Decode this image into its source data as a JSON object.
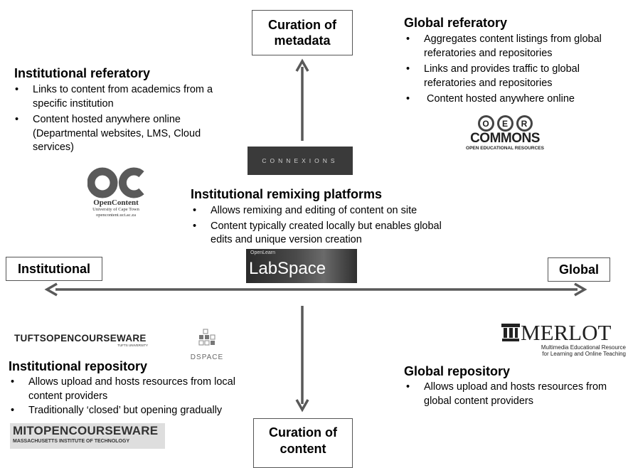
{
  "axes": {
    "top_label": "Curation of metadata",
    "bottom_label": "Curation of content",
    "left_label": "Institutional",
    "right_label": "Global"
  },
  "quadrants": {
    "institutional_referatory": {
      "title": "Institutional referatory",
      "bullets": [
        "Links to content from academics from a specific institution",
        "Content hosted anywhere online (Departmental websites, LMS, Cloud services)"
      ]
    },
    "global_referatory": {
      "title": "Global referatory",
      "bullets": [
        "Aggregates content listings from global referatories and repositories",
        "Links and provides traffic to global referatories and repositories",
        "Content hosted anywhere online"
      ]
    },
    "institutional_remixing": {
      "title": "Institutional remixing platforms",
      "bullets": [
        "Allows remixing and editing of content on site",
        "Content typically created locally but enables global edits and unique version creation"
      ]
    },
    "institutional_repository": {
      "title": "Institutional repository",
      "bullets": [
        "Allows upload and hosts resources from local content providers",
        "Traditionally ‘closed’ but opening gradually"
      ]
    },
    "global_repository": {
      "title": "Global repository",
      "bullets": [
        "Allows upload and hosts resources from global content providers"
      ]
    }
  },
  "logos": {
    "opencontent": {
      "name": "OpenContent",
      "line1": "University of Cape Town",
      "line2": "opencontent.uct.ac.za"
    },
    "connexions": {
      "text": "CONNEXIONS"
    },
    "labspace": {
      "small": "OpenLearn",
      "big": "LabSpace"
    },
    "oer_commons": {
      "letters": [
        "O",
        "E",
        "R"
      ],
      "name": "COMMONS",
      "sub": "OPEN EDUCATIONAL RESOURCES"
    },
    "tufts": {
      "name_a": "TUFTS",
      "name_b": "OPENCOURSEWARE",
      "sub": "TUFTS UNIVERSITY"
    },
    "dspace": {
      "text": "DSPACE"
    },
    "merlot": {
      "name": "MERLOT",
      "sub1": "Multimedia Educational Resource",
      "sub2": "for Learning and Online Teaching"
    },
    "mit": {
      "name": "MITOPENCOURSEWARE",
      "sub": "MASSACHUSETTS INSTITUTE OF TECHNOLOGY"
    }
  }
}
